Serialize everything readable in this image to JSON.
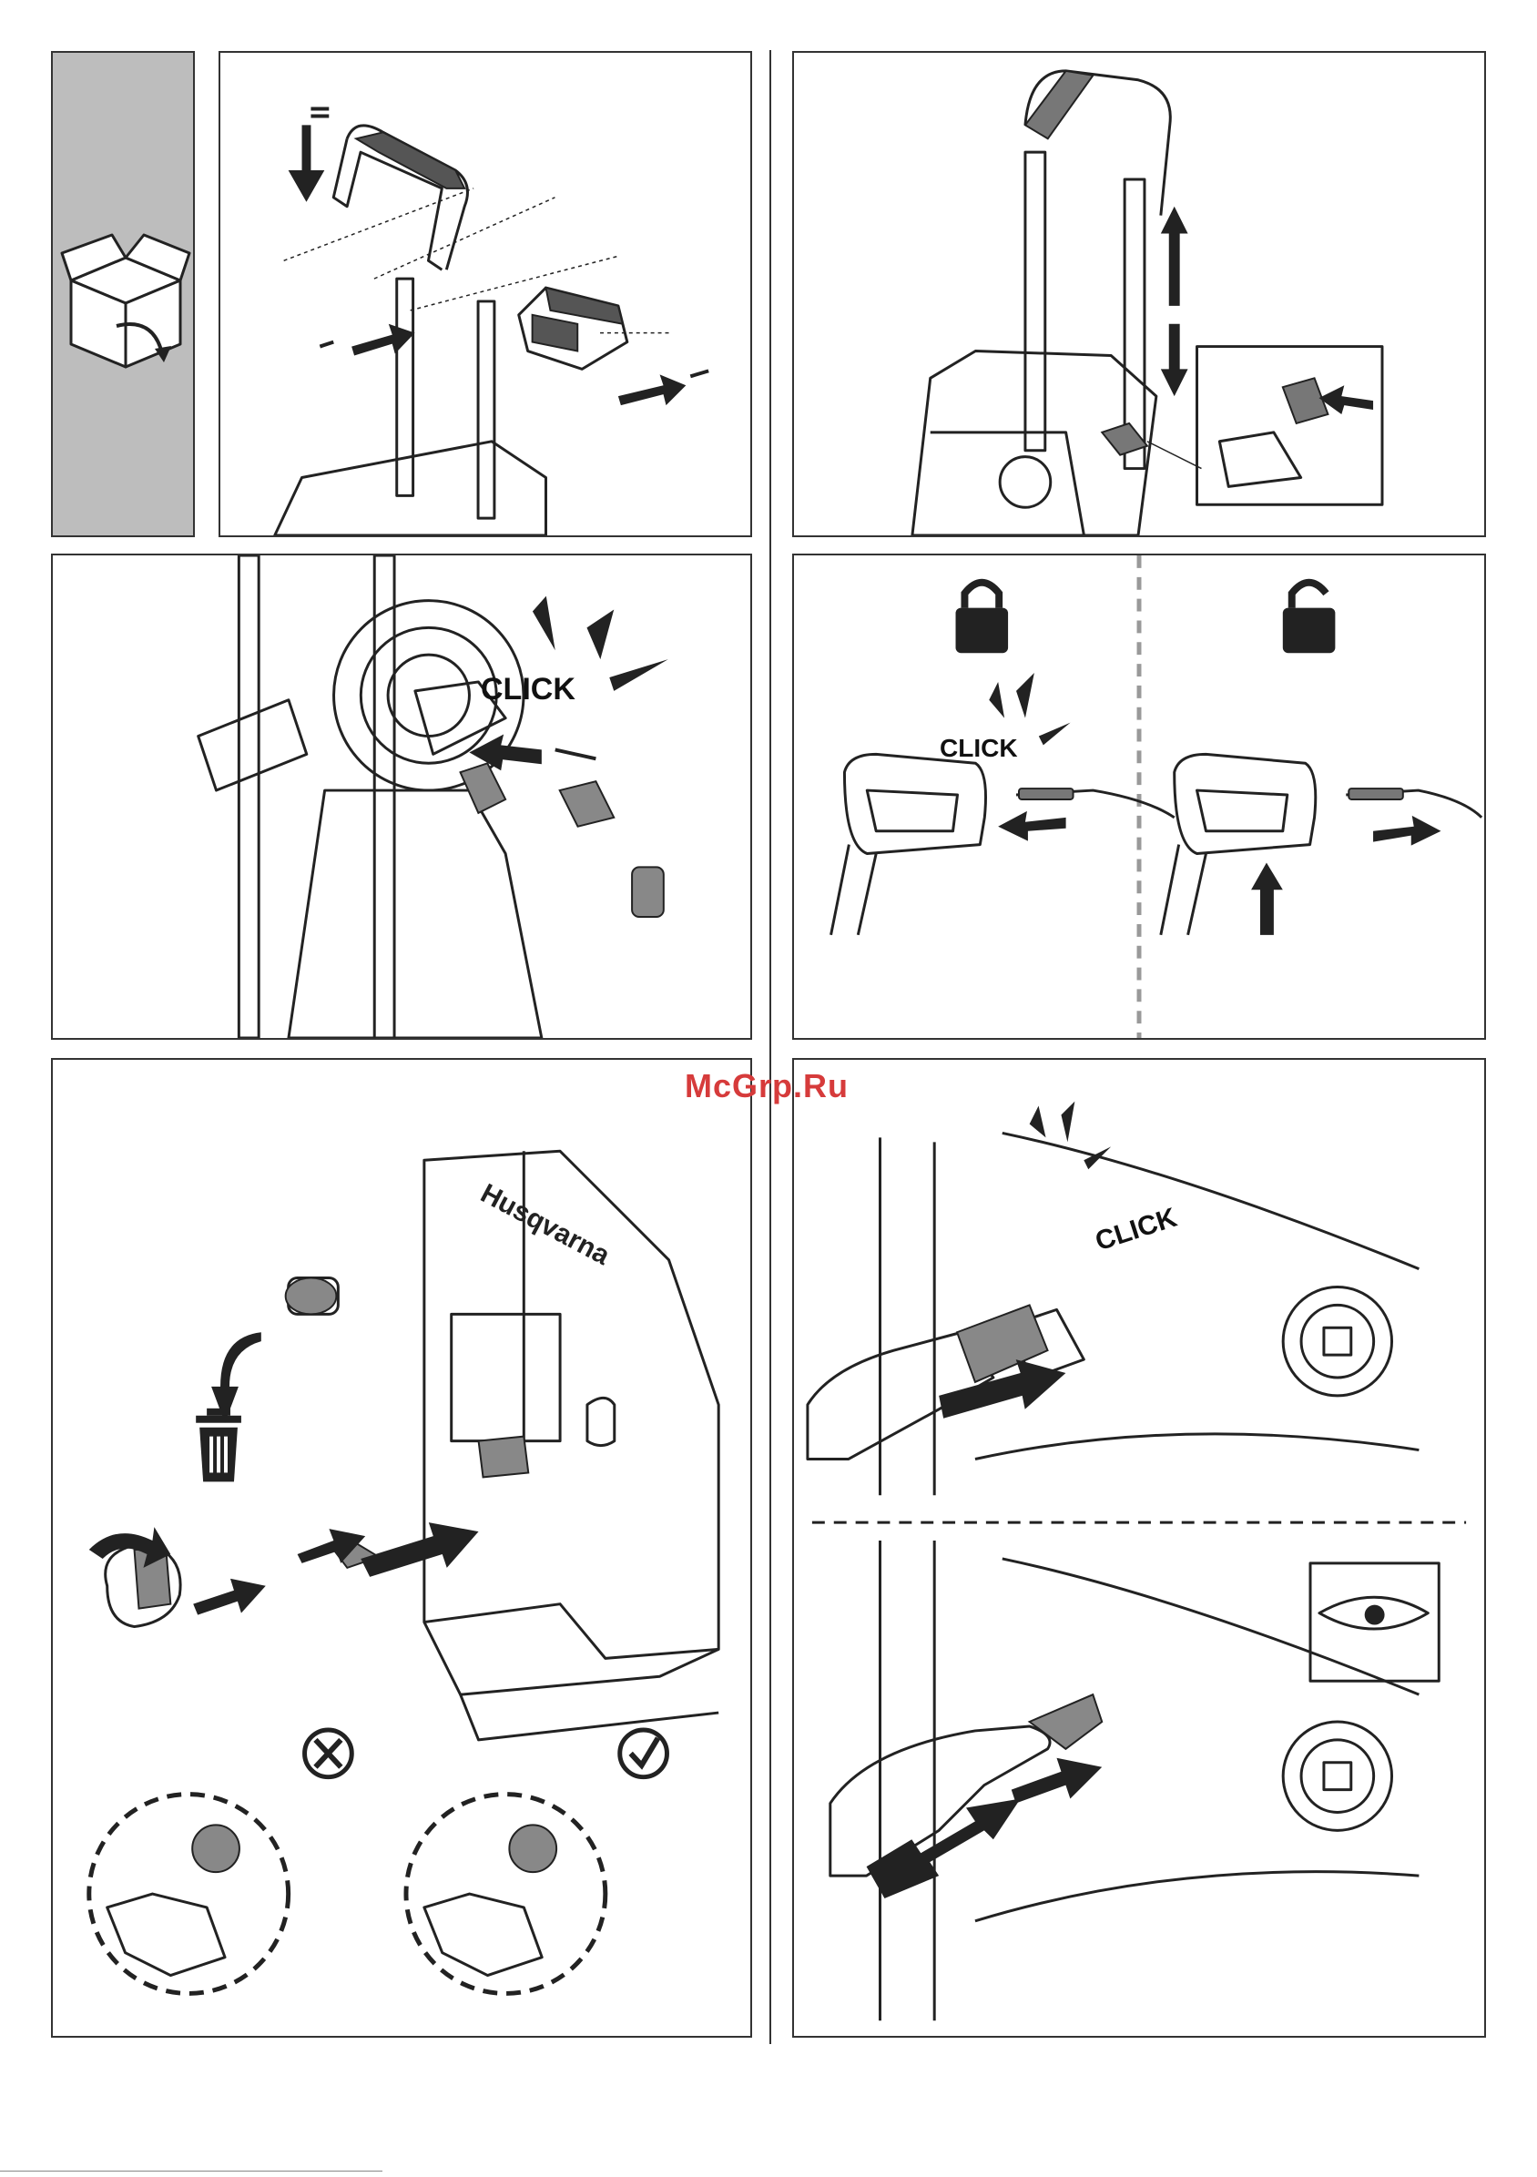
{
  "watermark": "McGrp.Ru",
  "panels": {
    "trolley_bracket": {
      "click": "CLICK"
    },
    "lock": {
      "click": "CLICK"
    },
    "inlet": {
      "brand": "Husqvarna"
    },
    "hose_connect": {
      "click": "CLICK"
    }
  },
  "icons": [
    "unbox-icon",
    "lock-icon",
    "unlock-icon",
    "trash-icon",
    "cross-icon",
    "check-icon",
    "eye-icon"
  ]
}
